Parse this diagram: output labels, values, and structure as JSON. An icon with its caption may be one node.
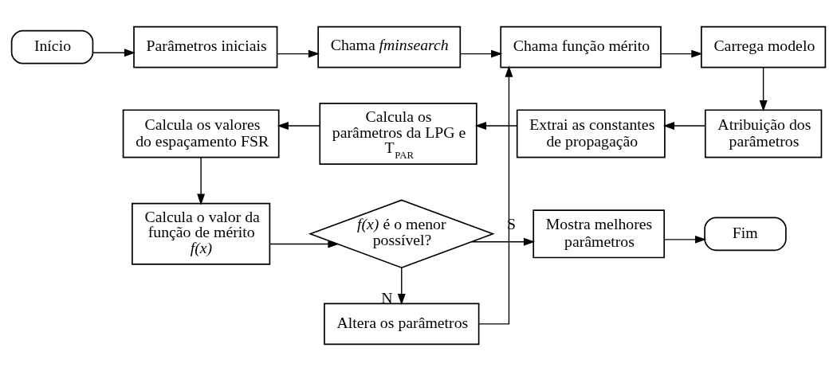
{
  "diagram": {
    "nodes": [
      {
        "text": [
          "Início"
        ]
      },
      {
        "text": [
          "Parâmetros iniciais"
        ]
      },
      {
        "text": [
          "Chama *fminsearch*"
        ]
      },
      {
        "text": [
          "Chama função mérito"
        ]
      },
      {
        "text": [
          "Carrega modelo"
        ]
      },
      {
        "text": [
          "Atribuição dos parâmetros"
        ]
      },
      {
        "text": [
          "Extrai as constantes de propagação"
        ]
      },
      {
        "text": [
          "Calcula os parâmetros da LPG e T$_{PAR}$"
        ]
      },
      {
        "text": [
          "Calcula os valores do espaçamento FSR"
        ]
      },
      {
        "text": [
          "Calcula o valor da função de mérito *f(x)*"
        ]
      },
      {
        "text": [
          "*f(x)* é o menor possível?"
        ]
      },
      {
        "text": [
          "Mostra melhores parâmetros"
        ]
      },
      {
        "text": [
          "Fim"
        ]
      },
      {
        "text": [
          "Altera os parâmetros"
        ]
      }
    ],
    "edges": [
      {
        "from": 0,
        "to": 1,
        "arrow": "to"
      },
      {
        "from": 1,
        "to": 2,
        "arrow": "to"
      },
      {
        "from": 2,
        "to": 3,
        "arrow": "to"
      },
      {
        "from": 3,
        "to": 4,
        "arrow": "to"
      },
      {
        "from": 4,
        "to": 5,
        "arrow": "to"
      },
      {
        "from": 5,
        "to": 6,
        "arrow": "to"
      },
      {
        "from": 6,
        "to": 7,
        "arrow": "to"
      },
      {
        "from": 7,
        "to": 8,
        "arrow": "to"
      },
      {
        "from": 8,
        "to": 9,
        "arrow": "to"
      },
      {
        "from": 9,
        "to": 10,
        "arrow": "to"
      },
      {
        "from": 10,
        "to": 11,
        "label": "S",
        "arrow": "to"
      },
      {
        "from": 11,
        "to": 12,
        "arrow": "to"
      },
      {
        "from": 10,
        "to": 13,
        "label": "N",
        "arrow": "to"
      },
      {
        "from": 13,
        "to": 3,
        "arrow": "to"
      }
    ]
  }
}
